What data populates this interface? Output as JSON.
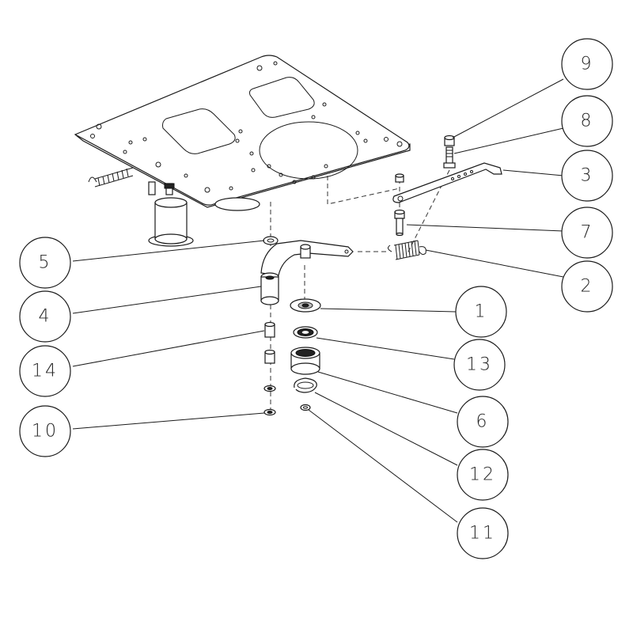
{
  "callouts": [
    {
      "id": "c9",
      "label": "9"
    },
    {
      "id": "c8",
      "label": "8"
    },
    {
      "id": "c3",
      "label": "3"
    },
    {
      "id": "c7",
      "label": "7"
    },
    {
      "id": "c2",
      "label": "2"
    },
    {
      "id": "c5",
      "label": "5"
    },
    {
      "id": "c4",
      "label": "4"
    },
    {
      "id": "c1",
      "label": "1"
    },
    {
      "id": "c13",
      "label": "13"
    },
    {
      "id": "c14",
      "label": "14"
    },
    {
      "id": "c6",
      "label": "6"
    },
    {
      "id": "c10",
      "label": "10"
    },
    {
      "id": "c12",
      "label": "12"
    },
    {
      "id": "c11",
      "label": "11"
    }
  ]
}
